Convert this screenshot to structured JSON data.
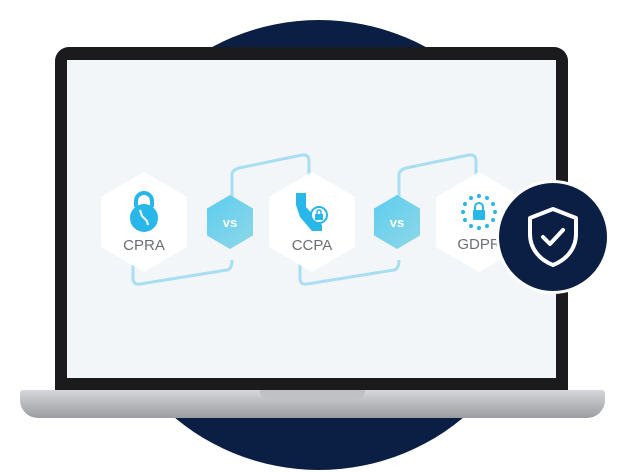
{
  "items": [
    {
      "label": "CPRA",
      "icon": "padlock-california-icon"
    },
    {
      "label": "CCPA",
      "icon": "california-lock-icon"
    },
    {
      "label": "GDPR",
      "icon": "eu-stars-lock-icon"
    }
  ],
  "separator": "vs",
  "colors": {
    "navy": "#0b1f44",
    "accent": "#29b6e8"
  }
}
